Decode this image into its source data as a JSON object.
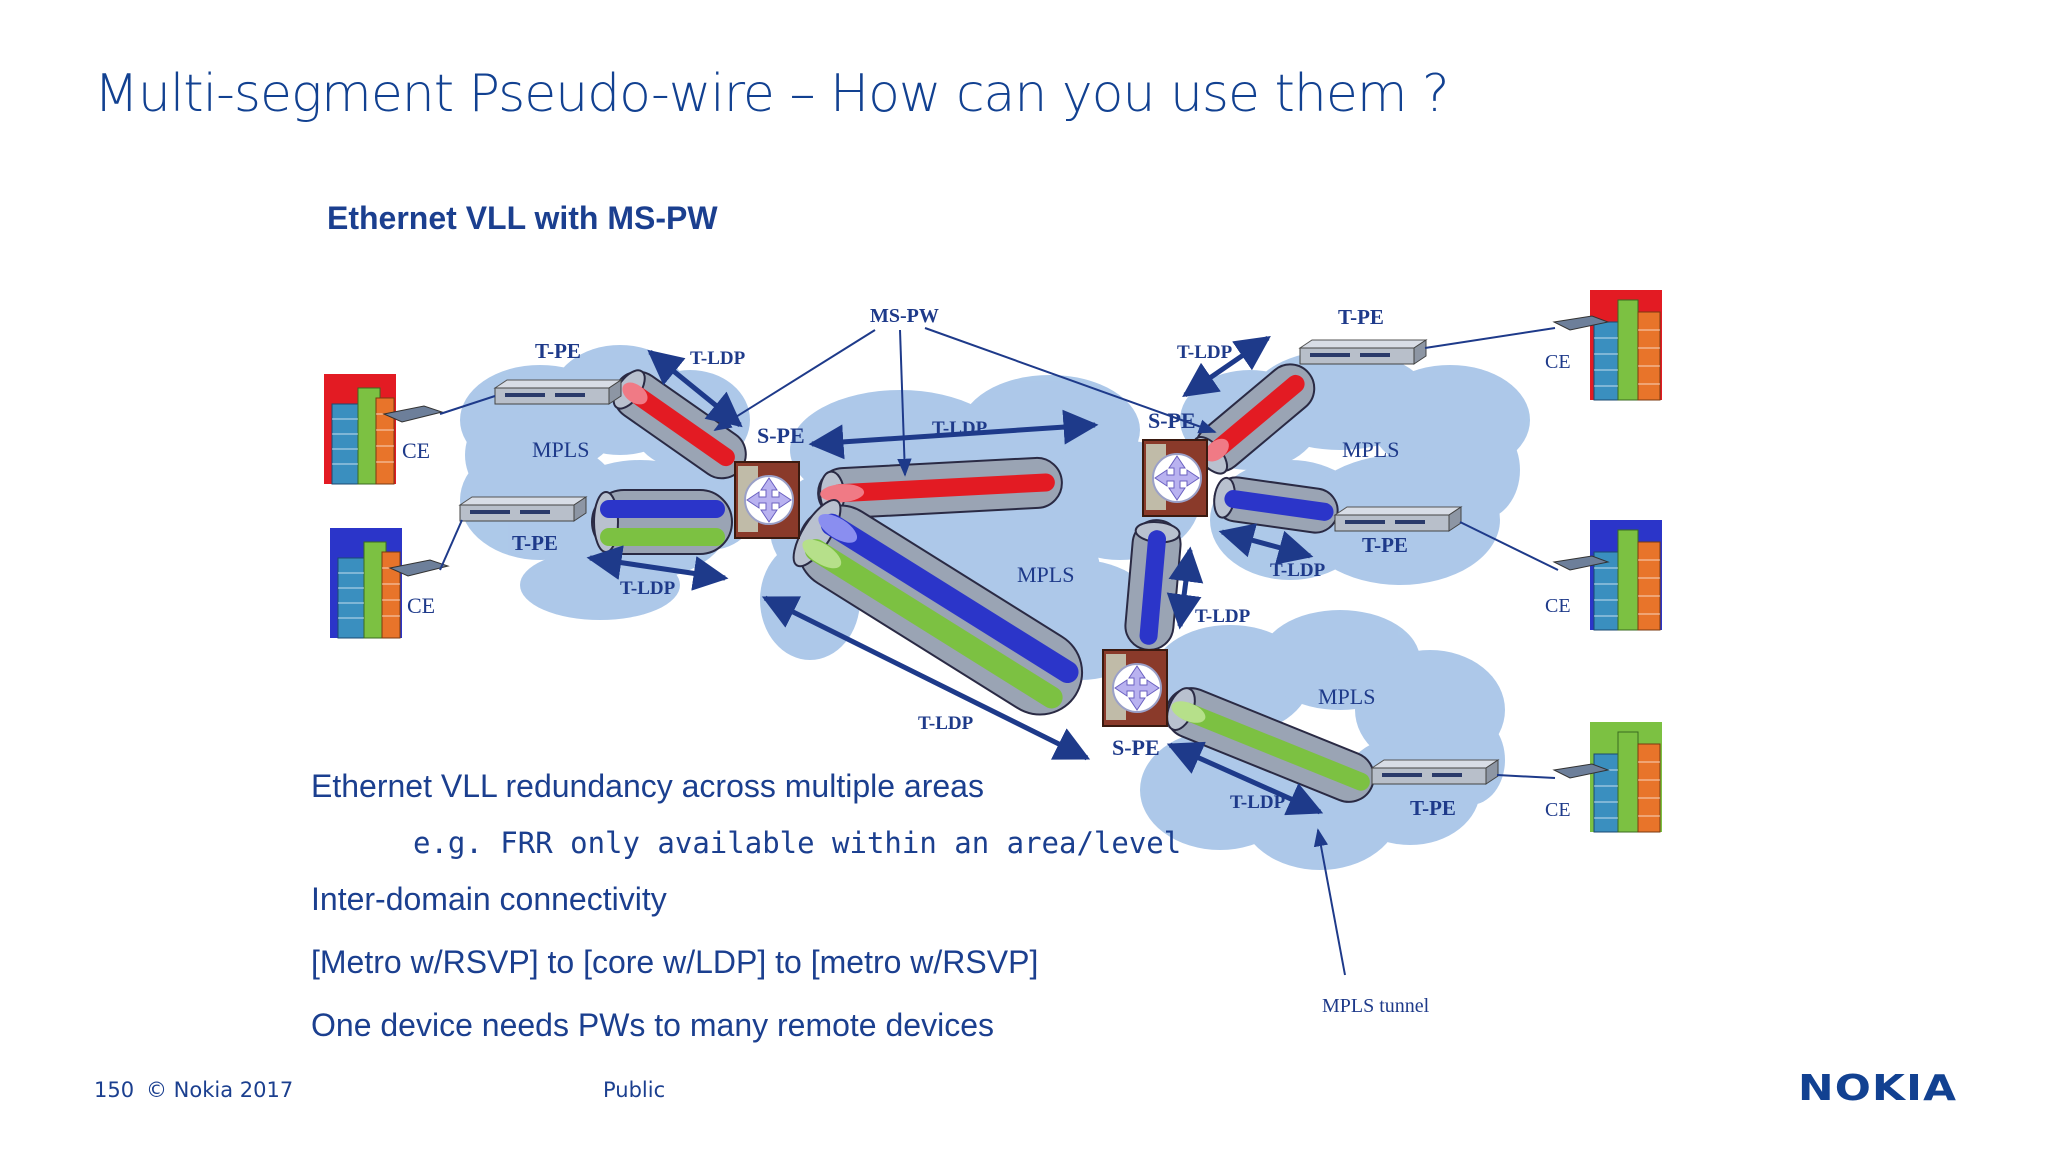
{
  "slide": {
    "title": "Multi-segment Pseudo-wire – How can you use them ?",
    "subtitle": "Ethernet VLL with MS-PW"
  },
  "diagram": {
    "labels": {
      "ms_pw": "MS-PW",
      "t_pe_top_left": "T-PE",
      "t_pe_mid_left": "T-PE",
      "t_pe_top_right": "T-PE",
      "t_pe_mid_right": "T-PE",
      "t_pe_bottom_right": "T-PE",
      "s_pe_left": "S-PE",
      "s_pe_right": "S-PE",
      "s_pe_bottom": "S-PE",
      "t_ldp_1": "T-LDP",
      "t_ldp_2": "T-LDP",
      "t_ldp_3": "T-LDP",
      "t_ldp_4": "T-LDP",
      "t_ldp_5": "T-LDP",
      "t_ldp_6": "T-LDP",
      "t_ldp_7": "T-LDP",
      "t_ldp_8": "T-LDP",
      "ce_left_top": "CE",
      "ce_left_bottom": "CE",
      "ce_right_top": "CE",
      "ce_right_mid": "CE",
      "ce_right_bottom": "CE",
      "mpls_left": "MPLS",
      "mpls_center": "MPLS",
      "mpls_right": "MPLS",
      "mpls_bottom": "MPLS",
      "mpls_tunnel": "MPLS tunnel"
    },
    "colors": {
      "cloud": "#a9c6e8",
      "tube": "#9aa4b4",
      "pw_red": "#e31b23",
      "pw_blue": "#2b35c9",
      "pw_green": "#7cc142",
      "arrow": "#1e3a8a"
    }
  },
  "bullets": {
    "b1": "Ethernet VLL redundancy across multiple areas",
    "b1_sub": "e.g. FRR only available within an area/level",
    "b2": "Inter-domain connectivity",
    "b3": "[Metro w/RSVP] to [core w/LDP] to [metro w/RSVP]",
    "b4": "One device needs PWs to many remote devices"
  },
  "footer": {
    "page": "150",
    "copyright": "© Nokia 2017",
    "classification": "Public",
    "logo": "NOKIA"
  }
}
